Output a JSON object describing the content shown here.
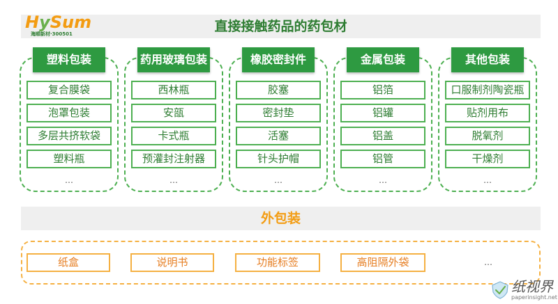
{
  "logo": {
    "text_prefix": "H",
    "text_y": "y",
    "text_suffix": "Sum",
    "subtitle": "海顺新材·300501"
  },
  "title": "直接接触药品的药包材",
  "groups": [
    {
      "header": "塑料包装",
      "items": [
        "复合膜袋",
        "泡罩包装",
        "多层共挤软袋",
        "塑料瓶"
      ],
      "more": "…"
    },
    {
      "header": "药用玻璃包装",
      "items": [
        "西林瓶",
        "安瓿",
        "卡式瓶",
        "预灌封注射器"
      ],
      "more": "…"
    },
    {
      "header": "橡胶密封件",
      "items": [
        "胶塞",
        "密封垫",
        "活塞",
        "针头护帽"
      ],
      "more": "…"
    },
    {
      "header": "金属包装",
      "items": [
        "铝箔",
        "铝罐",
        "铝盖",
        "铝管"
      ],
      "more": "…"
    },
    {
      "header": "其他包装",
      "items": [
        "口服制剂陶瓷瓶",
        "贴剂用布",
        "脱氧剂",
        "干燥剂"
      ],
      "more": "…"
    }
  ],
  "outer": {
    "title": "外包装",
    "items": [
      "纸盒",
      "说明书",
      "功能标签",
      "高阻隔外袋"
    ],
    "more": "…"
  },
  "watermark": {
    "text": "纸视界",
    "url": "paperinsight.net"
  },
  "colors": {
    "green": "#2e9a41",
    "green_text": "#2e7d32",
    "orange": "#f39c12",
    "bar_bg": "#efefef"
  }
}
